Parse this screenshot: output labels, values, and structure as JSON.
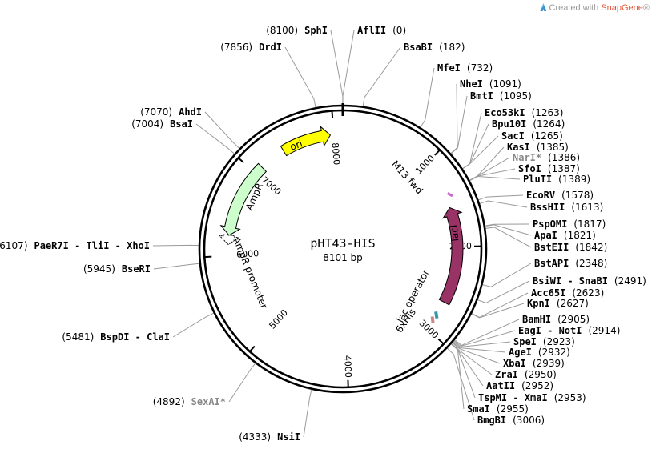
{
  "watermark": {
    "prefix": "Created with ",
    "brand": "SnapGene",
    "suffix": "®"
  },
  "plasmid": {
    "name": "pHT43-HIS",
    "size_label": "8101 bp",
    "total_bp": 8101
  },
  "ticks": [
    {
      "label": "1000",
      "bp": 1000
    },
    {
      "label": "2000",
      "bp": 2000
    },
    {
      "label": "3000",
      "bp": 3000
    },
    {
      "label": "4000",
      "bp": 4000
    },
    {
      "label": "5000",
      "bp": 5000
    },
    {
      "label": "6000",
      "bp": 6000
    },
    {
      "label": "7000",
      "bp": 7000
    },
    {
      "label": "8000",
      "bp": 8000
    }
  ],
  "features": [
    {
      "name": "ori",
      "start": 7400,
      "end": 7960,
      "color": "#ffff00",
      "direction": "cw"
    },
    {
      "name": "AmpR",
      "start": 6230,
      "end": 7095,
      "color": "#ccffcc",
      "direction": "ccw"
    },
    {
      "name": "AmpR promoter",
      "start": 6125,
      "end": 6230,
      "color": "#ffffff",
      "direction": "ccw"
    },
    {
      "name": "lacI",
      "start": 1550,
      "end": 2650,
      "color": "#993366",
      "direction": "ccw"
    },
    {
      "name": "M13 fwd",
      "start": 1395,
      "end": 1420,
      "color": "#cc66cc",
      "direction": "cw"
    },
    {
      "name": "lac operator",
      "start": 2790,
      "end": 2820,
      "color": "#3399aa",
      "direction": "cw"
    },
    {
      "name": "6xHis",
      "start": 2860,
      "end": 2890,
      "color": "#cc8888",
      "direction": "cw"
    }
  ],
  "sites_right": [
    {
      "pos": "(0)",
      "name": "AflII",
      "bp": 0
    },
    {
      "pos": "(182)",
      "name": "BsaBI",
      "bp": 182
    },
    {
      "pos": "(732)",
      "name": "MfeI",
      "bp": 732
    },
    {
      "pos": "(1091)",
      "name": "NheI",
      "bp": 1091
    },
    {
      "pos": "(1095)",
      "name": "BmtI",
      "bp": 1095
    },
    {
      "pos": "(1263)",
      "name": "Eco53kI",
      "bp": 1263
    },
    {
      "pos": "(1264)",
      "name": "Bpu10I",
      "bp": 1264
    },
    {
      "pos": "(1265)",
      "name": "SacI",
      "bp": 1265
    },
    {
      "pos": "(1385)",
      "name": "KasI",
      "bp": 1385
    },
    {
      "pos": "(1386)",
      "name": "NarI*",
      "bp": 1386,
      "star": true
    },
    {
      "pos": "(1387)",
      "name": "SfoI",
      "bp": 1387
    },
    {
      "pos": "(1389)",
      "name": "PluTI",
      "bp": 1389
    },
    {
      "pos": "(1578)",
      "name": "EcoRV",
      "bp": 1578
    },
    {
      "pos": "(1613)",
      "name": "BssHII",
      "bp": 1613
    },
    {
      "pos": "(1817)",
      "name": "PspOMI",
      "bp": 1817
    },
    {
      "pos": "(1821)",
      "name": "ApaI",
      "bp": 1821
    },
    {
      "pos": "(1842)",
      "name": "BstEII",
      "bp": 1842
    },
    {
      "pos": "(2348)",
      "name": "BstAPI",
      "bp": 2348
    },
    {
      "pos": "(2491)",
      "name": "BsiWI - SnaBI",
      "bp": 2491
    },
    {
      "pos": "(2623)",
      "name": "Acc65I",
      "bp": 2623
    },
    {
      "pos": "(2627)",
      "name": "KpnI",
      "bp": 2627
    },
    {
      "pos": "(2905)",
      "name": "BamHI",
      "bp": 2905
    },
    {
      "pos": "(2914)",
      "name": "EagI - NotI",
      "bp": 2914
    },
    {
      "pos": "(2923)",
      "name": "SpeI",
      "bp": 2923
    },
    {
      "pos": "(2932)",
      "name": "AgeI",
      "bp": 2932
    },
    {
      "pos": "(2939)",
      "name": "XbaI",
      "bp": 2939
    },
    {
      "pos": "(2950)",
      "name": "ZraI",
      "bp": 2950
    },
    {
      "pos": "(2952)",
      "name": "AatII",
      "bp": 2952
    },
    {
      "pos": "(2953)",
      "name": "TspMI - XmaI",
      "bp": 2953
    },
    {
      "pos": "(2955)",
      "name": "SmaI",
      "bp": 2955
    },
    {
      "pos": "(3006)",
      "name": "BmgBI",
      "bp": 3006
    }
  ],
  "sites_left": [
    {
      "pos": "(8100)",
      "name": "SphI",
      "bp": 8100
    },
    {
      "pos": "(7856)",
      "name": "DrdI",
      "bp": 7856
    },
    {
      "pos": "(7070)",
      "name": "AhdI",
      "bp": 7070
    },
    {
      "pos": "(7004)",
      "name": "BsaI",
      "bp": 7004
    },
    {
      "pos": "(6107)",
      "name": "PaeR7I - TliI - XhoI",
      "bp": 6107
    },
    {
      "pos": "(5945)",
      "name": "BseRI",
      "bp": 5945
    },
    {
      "pos": "(5481)",
      "name": "BspDI - ClaI",
      "bp": 5481
    },
    {
      "pos": "(4892)",
      "name": "SexAI*",
      "bp": 4892,
      "star": true
    },
    {
      "pos": "(4333)",
      "name": "NsiI",
      "bp": 4333
    }
  ]
}
